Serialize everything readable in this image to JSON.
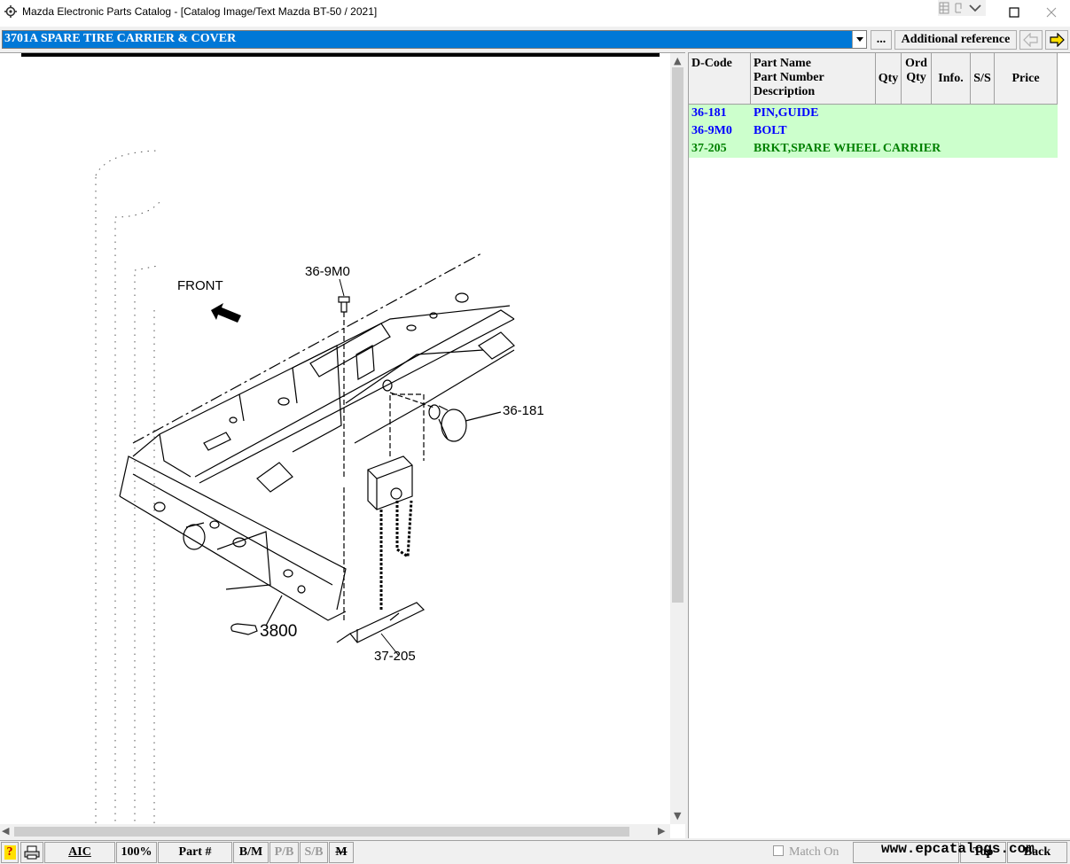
{
  "window": {
    "title": "Mazda Electronic Parts Catalog - [Catalog Image/Text Mazda BT-50 / 2021]",
    "app_icon": "gear-icon",
    "minimize": "—",
    "maximize": "☐",
    "close": "✕"
  },
  "header": {
    "section": "3701A  SPARE TIRE CARRIER & COVER",
    "more_label": "...",
    "additional_reference": "Additional reference"
  },
  "illustration": {
    "front_label": "FRONT",
    "callouts": [
      "36-9M0",
      "36-181",
      "3800",
      "37-205"
    ]
  },
  "parts_table": {
    "columns": {
      "dcode": "D-Code",
      "part_name": "Part Name",
      "part_number": "Part Number",
      "description": "Description",
      "qty": "Qty",
      "ord_qty_1": "Ord",
      "ord_qty_2": "Qty",
      "info": "Info.",
      "ss": "S/S",
      "price": "Price"
    },
    "rows": [
      {
        "dcode": "36-181",
        "name": "PIN,GUIDE",
        "color": "#0000ff"
      },
      {
        "dcode": "36-9M0",
        "name": "BOLT",
        "color": "#0000ff"
      },
      {
        "dcode": "37-205",
        "name": "BRKT,SPARE WHEEL CARRIER",
        "color": "#008000"
      }
    ]
  },
  "statusbar": {
    "help": "?",
    "aic": "AIC",
    "zoom": "100%",
    "part_no": "Part #",
    "bm": "B/M",
    "pb": "P/B",
    "sb": "S/B",
    "m": "M",
    "match_on": "Match On",
    "watermark": "www.epcatalogs.com",
    "top": "Top",
    "back": "Back"
  },
  "colors": {
    "selection": "#0078d7",
    "row_bg": "#ccffcc",
    "link_blue": "#0000ff",
    "link_green": "#008000"
  }
}
